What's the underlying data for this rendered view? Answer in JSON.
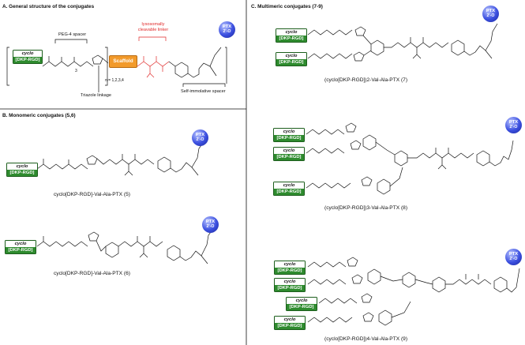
{
  "panelA": {
    "title": "A. General structure of the conjugates",
    "peg_label": "PEG-4 spacer",
    "cleavable_label": "lysosomally cleavable linker",
    "n_label": "n = 1,2,3,4",
    "triazole_label": "Triazole linkage",
    "self_label": "Self-immolative spacer",
    "scaffold_label": "Scaffold",
    "subscript3": "3"
  },
  "panelB": {
    "title": "B. Monomeric conjugates (5,6)",
    "caption5": "cyclo[DKP-RGD]-Val-Ala-PTX (5)",
    "caption6": "cyclo[DKP-RGD]-Val-Ala-PTX (6)"
  },
  "panelC": {
    "title": "C. Multimeric conjugates (7-9)",
    "caption7": "(cyclo[DKP-RGD])2-Val-Ala-PTX (7)",
    "caption8": "(cyclo[DKP-RGD])3-Val-Ala-PTX (8)",
    "caption9": "(cyclo[DKP-RGD])4-Val-Ala-PTX (9)"
  },
  "rgd": {
    "top": "cyclo",
    "bottom": "[DKP-RGD]"
  },
  "ptx": {
    "top": "PTX",
    "bottom": "2'-O"
  },
  "colors": {
    "rgd_green": "#2e8b2e",
    "ptx_blue": "#3b4fe0",
    "scaffold_orange": "#f29a2b",
    "cleavable_red": "#e02a2a"
  }
}
